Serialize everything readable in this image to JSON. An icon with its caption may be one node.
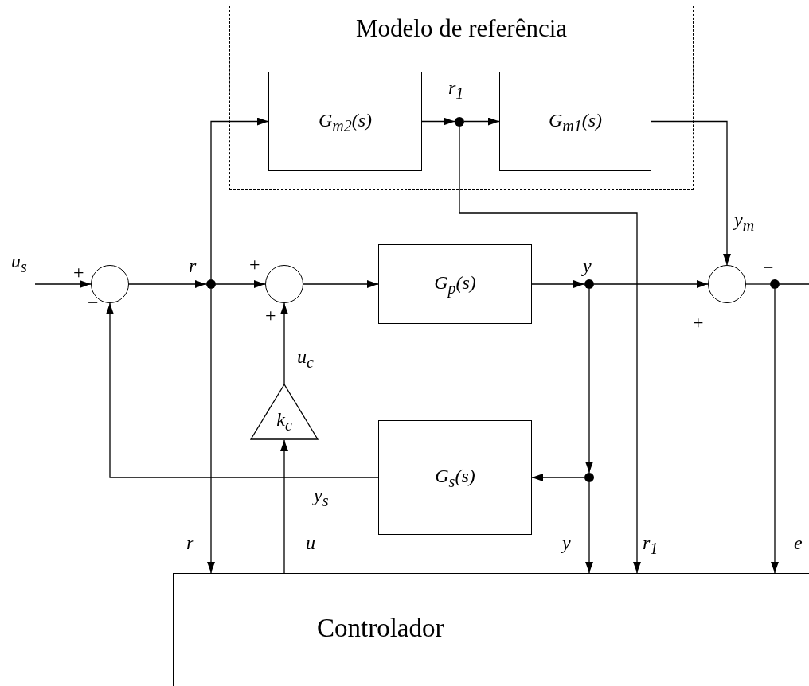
{
  "diagram": {
    "nodes": [
      {
        "text": [
          "Modelo de referência"
        ]
      },
      {
        "text": [
          "G$_{m2}$(s)"
        ],
        "in": 0
      },
      {
        "text": [
          "G$_{m1}$(s)"
        ],
        "in": 0
      },
      {
        "text": [],
        "shape": "circle",
        "in": 0
      },
      {
        "text": [],
        "shape": "circle"
      },
      {
        "text": [],
        "shape": "circle"
      },
      {
        "text": [],
        "shape": "circle"
      },
      {
        "text": [
          "G$_{p}$(s)"
        ]
      },
      {
        "text": [],
        "shape": "circle"
      },
      {
        "text": [],
        "shape": "circle"
      },
      {
        "text": [],
        "shape": "circle"
      },
      {
        "text": [
          "k$_{c}$"
        ]
      },
      {
        "text": [
          "G$_{s}$(s)"
        ]
      },
      {
        "text": [],
        "shape": "circle"
      },
      {
        "text": [
          "Controlador"
        ]
      }
    ],
    "edges": [
      {
        "from": null,
        "to": 4,
        "arrow": "to"
      },
      {
        "from": 4,
        "to": 5,
        "arrow": "to"
      },
      {
        "from": 5,
        "to": 1,
        "arrow": "to"
      },
      {
        "from": 1,
        "to": 3,
        "arrow": "to"
      },
      {
        "from": 3,
        "to": 2,
        "arrow": "to"
      },
      {
        "from": 2,
        "to": 9,
        "arrow": "to"
      },
      {
        "from": 3,
        "to": 14,
        "arrow": "to"
      },
      {
        "from": 5,
        "to": 6,
        "arrow": "to"
      },
      {
        "from": 5,
        "to": 14,
        "arrow": "to"
      },
      {
        "from": 6,
        "to": 7,
        "arrow": "to"
      },
      {
        "from": 7,
        "to": 8,
        "arrow": "to"
      },
      {
        "from": 8,
        "to": 9,
        "arrow": "to"
      },
      {
        "from": 9,
        "to": 10,
        "arrow": "none"
      },
      {
        "from": 10,
        "to": null,
        "arrow": "none"
      },
      {
        "from": 10,
        "to": 14,
        "arrow": "to"
      },
      {
        "from": 8,
        "to": 13,
        "arrow": "to"
      },
      {
        "from": 13,
        "to": 14,
        "arrow": "to"
      },
      {
        "from": 13,
        "to": 12,
        "arrow": "to"
      },
      {
        "from": 12,
        "to": 4,
        "arrow": "to"
      },
      {
        "from": 14,
        "to": 11,
        "arrow": "to"
      },
      {
        "from": 11,
        "to": 6,
        "arrow": "to"
      }
    ],
    "labels": [
      "r$_{1}$",
      "y$_{m}$",
      "u$_{s}$",
      "+",
      "r",
      "+",
      "y",
      "−",
      "−",
      "+",
      "+",
      "u$_{c}$",
      "y$_{s}$",
      "r",
      "u",
      "y",
      "r$_{1}$",
      "e"
    ]
  }
}
